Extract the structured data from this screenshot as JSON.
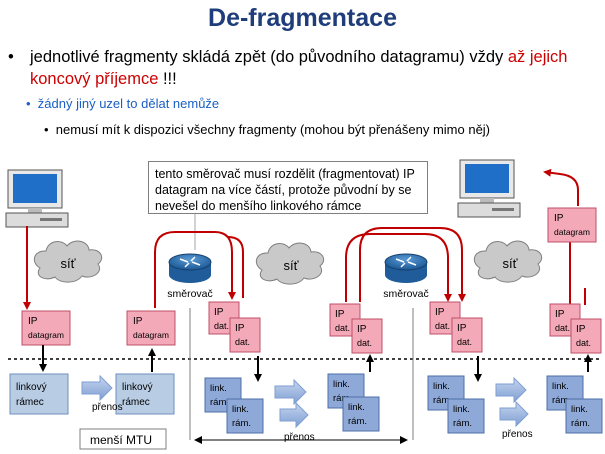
{
  "title": "De-fragmentace",
  "bullet1": {
    "text_before": "jednotlivé fragmenty skládá zpět (do původního datagramu) vždy ",
    "highlight": "až jejich koncový příjemce",
    "text_after": " !!!"
  },
  "bullet2": "žádný jiný uzel to dělat nemůže",
  "bullet3": "nemusí mít k dispozici všechny fragmenty (mohou být přenášeny mimo něj)",
  "callout": "tento směrovač musí rozdělit (fragmentovat) IP datagram na více částí, protože původní by se nevešel do menšího linkového rámce",
  "labels": {
    "cloud": "síť",
    "router": "směrovač",
    "ip": "IP",
    "datagram": "datagram",
    "dat": "dat.",
    "linkovy": "linkový",
    "ramec": "rámec",
    "link": "link.",
    "ram": "rám.",
    "prenos": "přenos",
    "mensi_mtu": "menší MTU"
  },
  "colors": {
    "title": "#1f3d7a",
    "highlight": "#cc0000",
    "sub_bullet": "#1a5fc4",
    "ip_box": "#f3a9b7",
    "frame_box": "#b8cce4",
    "link_box": "#8ea9d8",
    "arrow_red": "#c00000"
  }
}
